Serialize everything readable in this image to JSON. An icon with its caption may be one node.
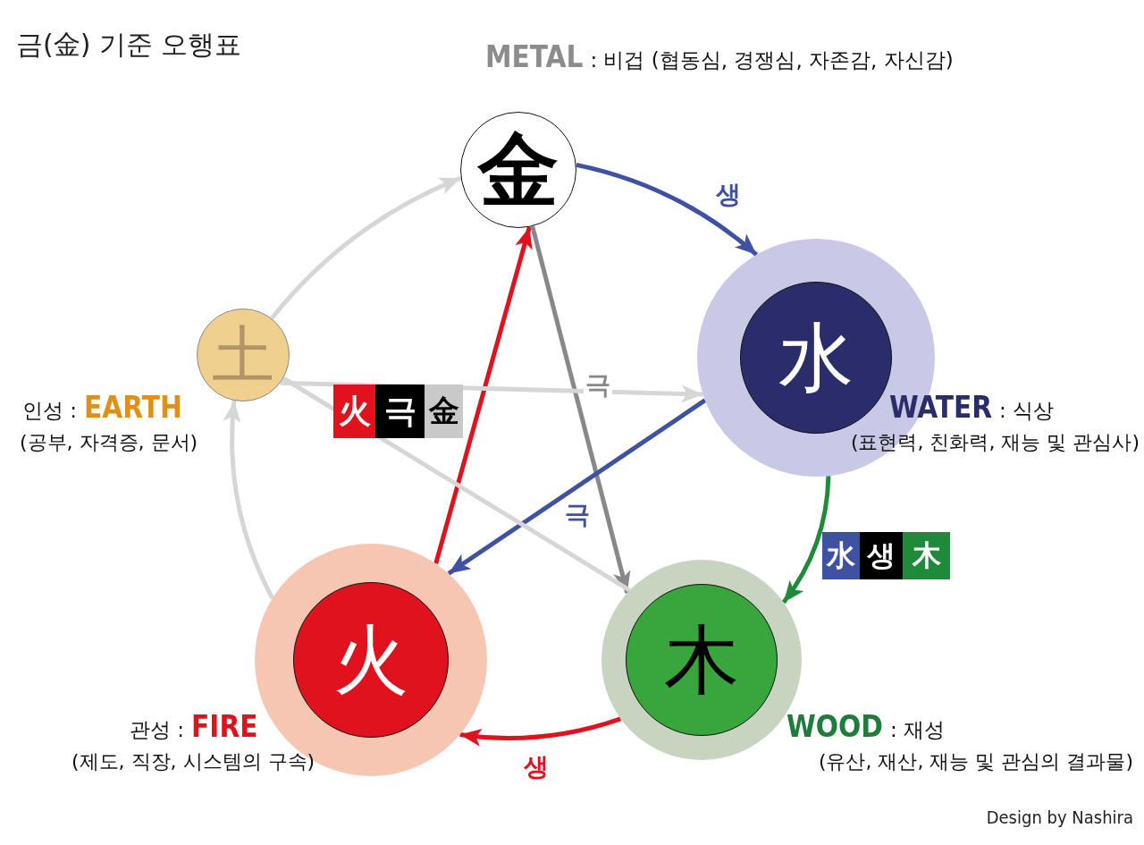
{
  "diagram": {
    "title": "금(金) 기준 오행표",
    "nodes": [
      {
        "text": [
          "金"
        ],
        "beside": [
          "METAL",
          ": 비겁 (협동심, 경쟁심, 자존감, 자신감)"
        ]
      },
      {
        "text": [
          "水"
        ],
        "beside": [
          "WATER",
          ": 식상",
          "(표현력, 친화력, 재능 및 관심사)"
        ]
      },
      {
        "text": [
          "木"
        ],
        "beside": [
          "WOOD",
          ": 재성",
          "(유산, 재산, 재능 및 관심의 결과물)"
        ]
      },
      {
        "text": [
          "火"
        ],
        "beside": [
          "관성 :",
          "FIRE",
          "(제도, 직장, 시스템의 구속)"
        ]
      },
      {
        "text": [
          "土"
        ],
        "beside": [
          "인성 :",
          "EARTH",
          "(공부, 자격증, 문서)"
        ]
      }
    ],
    "edges": [
      {
        "from": 0,
        "to": 1,
        "arrow": "to",
        "label": "생",
        "color": "#3f51a3"
      },
      {
        "from": 1,
        "to": 2,
        "arrow": "to",
        "color": "#1e8a3a"
      },
      {
        "from": 2,
        "to": 3,
        "arrow": "to",
        "label": "생",
        "color": "#e0121d"
      },
      {
        "from": 3,
        "to": 4,
        "arrow": "to"
      },
      {
        "from": 4,
        "to": 0,
        "arrow": "to"
      },
      {
        "from": 3,
        "to": 0,
        "arrow": "to",
        "color": "#e0121d"
      },
      {
        "from": 0,
        "to": 2,
        "arrow": "to",
        "label": "극",
        "color": "#888888"
      },
      {
        "from": 1,
        "to": 3,
        "arrow": "to",
        "label": "극",
        "color": "#3f51a3"
      },
      {
        "from": 4,
        "to": 1,
        "arrow": "to"
      },
      {
        "from": 4,
        "to": 2,
        "arrow": "none"
      }
    ],
    "labels": [
      "火",
      "극",
      "金",
      "水",
      "생",
      "木",
      "Design by Nashira"
    ]
  }
}
